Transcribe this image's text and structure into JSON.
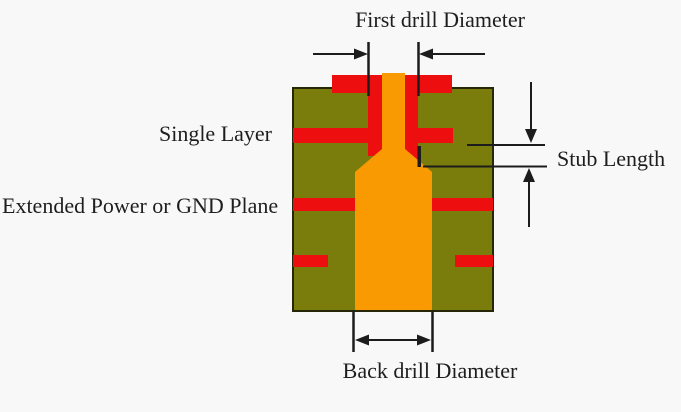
{
  "diagram": {
    "type": "pcb-backdrill-cross-section",
    "labels": {
      "first_drill_diameter": "First drill Diameter",
      "single_layer": "Single Layer",
      "extended_power_or_gnd_plane": "Extended Power or GND Plane",
      "stub_length": "Stub Length",
      "back_drill_diameter": "Back drill Diameter"
    },
    "colors": {
      "board_green": "#7A7D0C",
      "copper_red": "#ED0F0F",
      "via_orange": "#FA9A02",
      "line_black": "#1C1C1C",
      "background": "#F8F8F8",
      "text": "#1E1E1E"
    }
  }
}
